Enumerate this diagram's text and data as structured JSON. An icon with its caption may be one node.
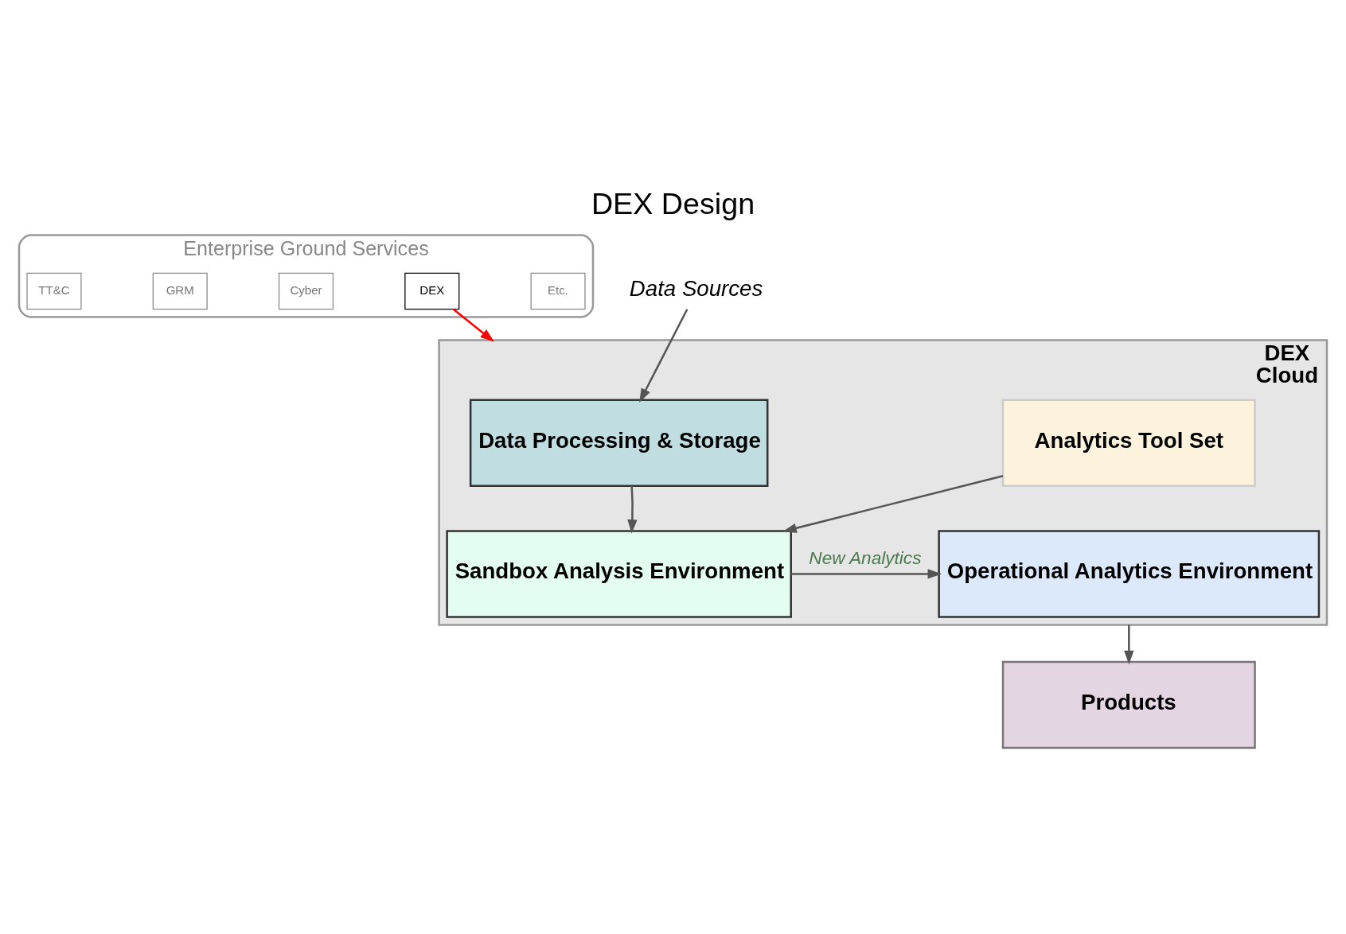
{
  "diagram": {
    "title": "DEX Design",
    "nodes": [
      {
        "text": [
          "Enterprise Ground Services"
        ]
      },
      {
        "text": [
          "TT&C"
        ],
        "in": 0
      },
      {
        "text": [
          "GRM"
        ],
        "in": 0
      },
      {
        "text": [
          "Cyber"
        ],
        "in": 0
      },
      {
        "text": [
          "DEX"
        ],
        "in": 0
      },
      {
        "text": [
          "Etc."
        ],
        "in": 0
      },
      {
        "text": [
          "DEX",
          "Cloud"
        ]
      },
      {
        "text": [
          "Data Sources"
        ]
      },
      {
        "text": [
          "Data Processing & Storage"
        ],
        "in": 6
      },
      {
        "text": [
          "Analytics Tool Set"
        ],
        "in": 6
      },
      {
        "text": [
          "Sandbox Analysis Environment"
        ],
        "in": 6
      },
      {
        "text": [
          "Operational Analytics Environment"
        ],
        "in": 6
      },
      {
        "text": [
          "Products"
        ]
      }
    ],
    "edges": [
      {
        "from": 4,
        "to": 6,
        "arrow": "to",
        "color": "#ff0000"
      },
      {
        "from": 7,
        "to": 8,
        "arrow": "to"
      },
      {
        "from": 8,
        "to": 10,
        "arrow": "to"
      },
      {
        "from": 9,
        "to": 10,
        "arrow": "to"
      },
      {
        "from": 10,
        "to": 11,
        "arrow": "to",
        "label": "New Analytics"
      },
      {
        "from": 6,
        "to": 12,
        "arrow": "to"
      }
    ]
  }
}
